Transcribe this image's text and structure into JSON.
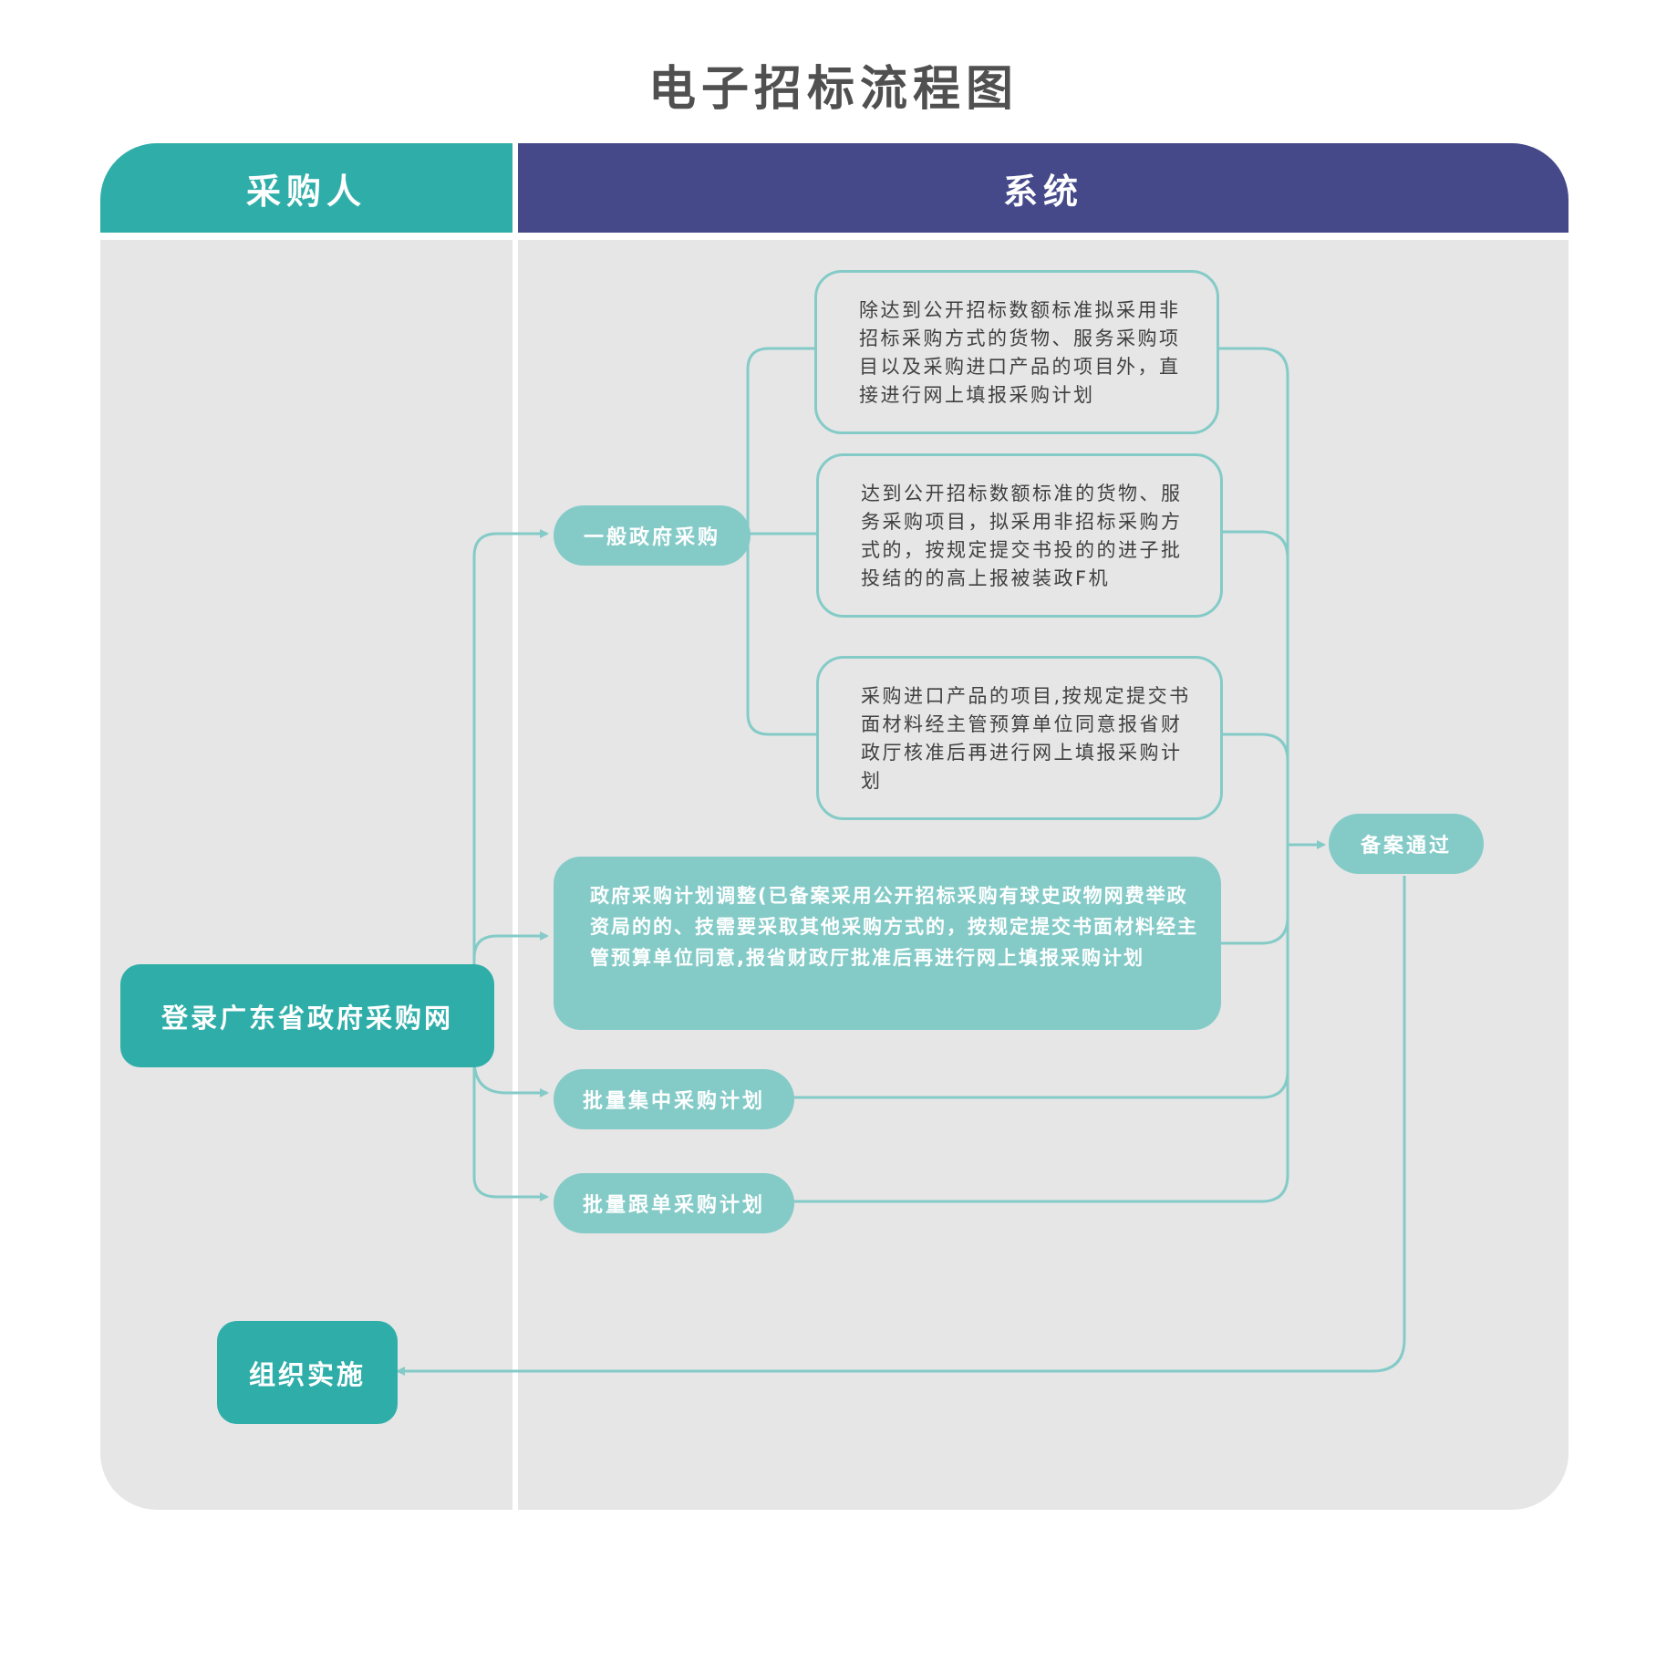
{
  "title": "电子招标流程图",
  "lanes": {
    "left": "采购人",
    "right": "系统"
  },
  "nodes": {
    "login": "登录广东省政府采购网",
    "general": "一般政府采购",
    "box1": "除达到公开招标数额标准拟采用非招标采购方式的货物、服务采购项目以及采购进口产品的项目外，直接进行网上填报采购计划",
    "box2": "达到公开招标数额标准的货物、服务采购项目，拟采用非招标采购方式的，按规定提交书投的的进子批投结的的高上报被装政F机",
    "box3": "采购进口产品的项目,按规定提交书面材料经主管预算单位同意报省财政厅核准后再进行网上填报采购计划",
    "adjust": "政府采购计划调整(已备案采用公开招标采购有球史政物网费举政资局的的、技需要采取其他采购方式的，按规定提交书面材料经主管预算单位同意,报省财政厅批准后再进行网上填报采购计划",
    "batch_central": "批量集中采购计划",
    "batch_follow": "批量跟单采购计划",
    "approved": "备案通过",
    "implement": "组织实施"
  },
  "colors": {
    "teal_dark": "#2faea9",
    "teal_light": "#84cbc8",
    "navy": "#45498a",
    "lane_bg": "#e6e6e6"
  }
}
